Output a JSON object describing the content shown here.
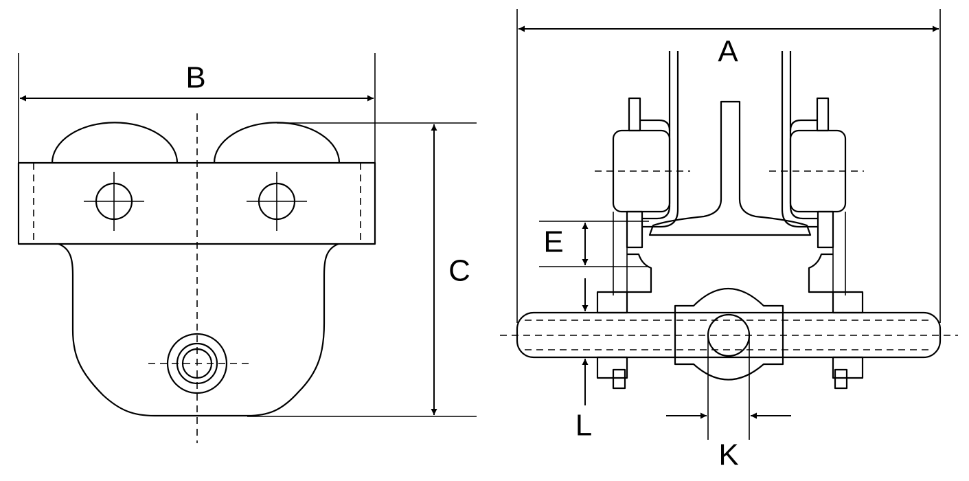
{
  "labels": {
    "A": "A",
    "B": "B",
    "C": "C",
    "E": "E",
    "K": "K",
    "L": "L"
  },
  "colors": {
    "stroke": "#000000",
    "background": "#ffffff"
  }
}
